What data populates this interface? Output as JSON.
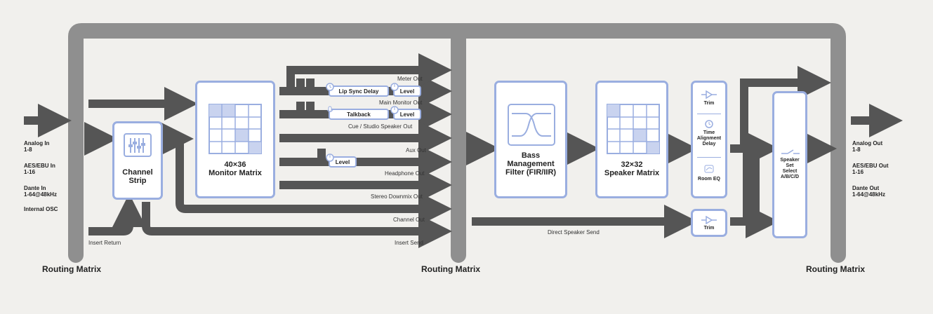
{
  "inputs": {
    "items": [
      "Analog In\n1-8",
      "AES/EBU In\n1-16",
      "Dante In\n1-64@48kHz",
      "Internal OSC"
    ]
  },
  "outputs": {
    "items": [
      "Analog Out\n1-8",
      "AES/EBU Out\n1-16",
      "Dante Out\n1-64@48kHz"
    ]
  },
  "routing_matrix": {
    "left": "Routing Matrix",
    "center": "Routing Matrix",
    "right": "Routing Matrix"
  },
  "blocks": {
    "channel_strip": "Channel\nStrip",
    "monitor_matrix": "40×36\nMonitor Matrix",
    "bass_mgmt": "Bass\nManagement\nFilter (FIR/IIR)",
    "speaker_matrix": "32×32\nSpeaker Matrix",
    "trim": "Trim",
    "time_align": "Time\nAlignment\nDelay",
    "room_eq": "Room EQ",
    "trim2": "Trim",
    "speaker_select": "Speaker\nSet\nSelect\nA/B/C/D"
  },
  "mini": {
    "lip_sync": "Lip Sync Delay",
    "level1": "Level",
    "talkback": "Talkback",
    "level2": "Level",
    "level3": "Level"
  },
  "signals": {
    "meter_out": "Meter Out",
    "main_monitor_out": "Main Monitor Out",
    "cue_out": "Cue / Studio Speaker Out",
    "aux_out": "Aux Out",
    "headphone_out": "Headphone Out",
    "stereo_downmix": "Stereo Downmix Out",
    "channel_out": "Channel Out",
    "insert_send": "Insert  Send",
    "insert_return": "Insert Return",
    "direct_speaker": "Direct Speaker Send"
  },
  "colors": {
    "wire": "#555555",
    "frame": "#8f8f8f",
    "accent": "#9aaee0",
    "grid_fill": "#c9d3ef"
  }
}
